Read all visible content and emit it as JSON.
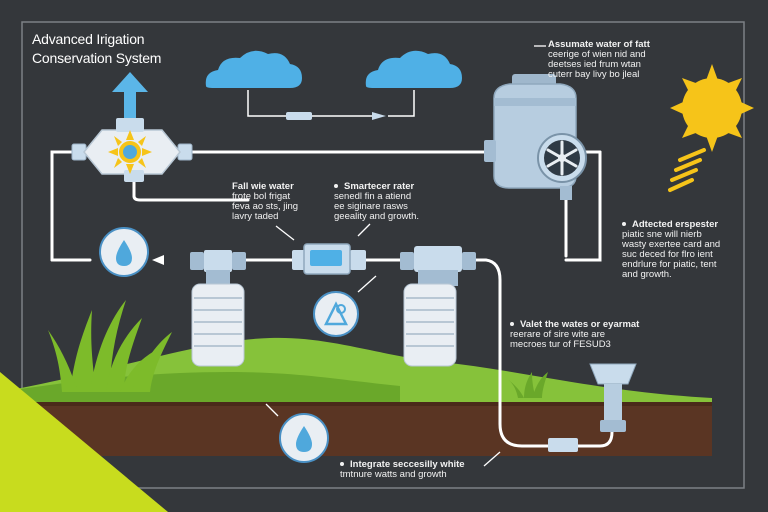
{
  "title": {
    "line1": "Advanced Irigation",
    "line2": "Conservation System"
  },
  "notes": {
    "top_right": {
      "head": "Assumate water of fatt",
      "lines": [
        "ceerige of wien nid and",
        "deetses ied frum wtan",
        "cuterr bay livy bo jleal"
      ]
    },
    "left_center": {
      "head": "Fall wie water",
      "lines": [
        "frote bol frigat",
        "feva ao sts, jing",
        "lavry taded"
      ]
    },
    "center": {
      "head": "Smartecer rater",
      "lines": [
        "senedl fin a atiend",
        "ee siginare rasws",
        "geeality and growth."
      ]
    },
    "right_mid": {
      "head": "Adtected erspester",
      "lines": [
        "piatic sne will nierb",
        "wasty exertee card and",
        "suc deced for flro ient",
        "endrlure for piatic, tent",
        "and growth."
      ]
    },
    "right_low": {
      "head": "Valet the wates or eyarmat",
      "lines": [
        "mecroes tur of FESUD3"
      ],
      "extra": "reerare of sire wite are"
    },
    "bottom": {
      "head": "Integrate seccesilly white",
      "lines": [
        "tmtnure watts and growth"
      ]
    }
  },
  "icons": [
    "cloud-icon",
    "sun-icon",
    "water-drop-icon",
    "flow-arrow-icon",
    "fan-icon",
    "sensor-icon",
    "grass-icon",
    "filter-icon",
    "funnel-icon"
  ],
  "colors": {
    "background": "#34373b",
    "pipe": "#ffffff",
    "component": "#c9dcec",
    "accent_blue": "#5bb6e8",
    "grass": "#7dbb2a",
    "hill": "#8cc640",
    "soil": "#5a3523",
    "sun": "#f6c419",
    "corner_yellow": "#c8dc1e"
  }
}
